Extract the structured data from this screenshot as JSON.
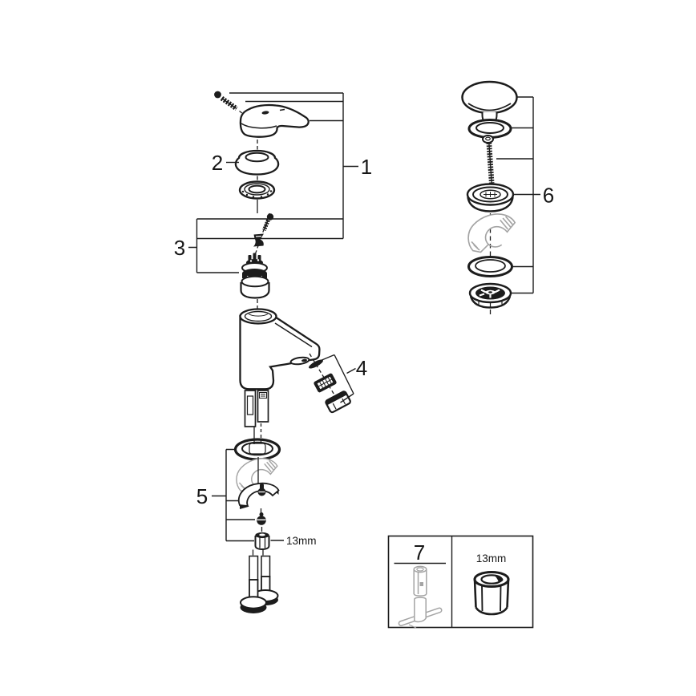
{
  "diagram": {
    "background": "#ffffff",
    "line_color": "#1c1c1c",
    "muted_color": "#a4a4a4",
    "callouts": {
      "part1": "1",
      "part2": "2",
      "part3": "3",
      "part4": "4",
      "part5": "5",
      "part6": "6",
      "part7": "7"
    },
    "annotations": {
      "locknut_size": "13mm",
      "tool_socket_size": "13mm"
    },
    "parts": {
      "1": "lever-handle-assembly",
      "2": "handle-cap-ring",
      "3": "cartridge-set",
      "4": "aerator-set",
      "5": "mounting-set",
      "6": "pop-up-waste-set",
      "7": "mounting-tool"
    }
  }
}
